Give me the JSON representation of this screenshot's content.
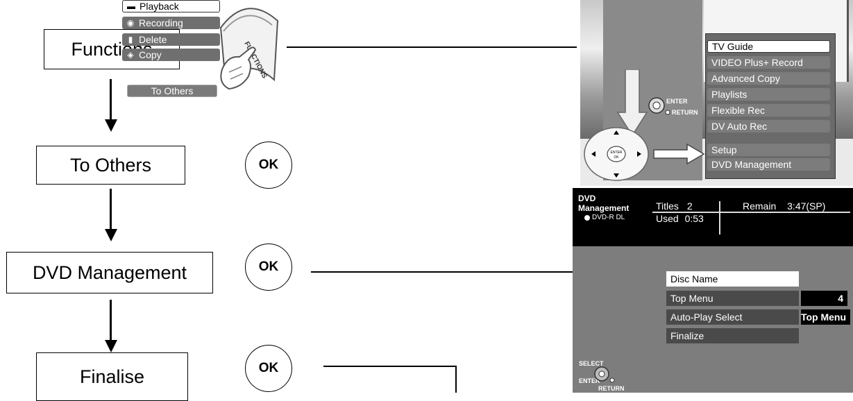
{
  "flow": {
    "steps": [
      "Functions",
      "To Others",
      "DVD Management",
      "Finalise"
    ],
    "ok_label": "OK",
    "remote_button_label": "FUNCTIONS"
  },
  "functions_screen": {
    "menu": [
      {
        "label": "Playback",
        "icon": "playback-icon",
        "selected": true
      },
      {
        "label": "Recording",
        "icon": "recording-icon",
        "selected": false
      },
      {
        "label": "Delete",
        "icon": "delete-icon",
        "selected": false
      },
      {
        "label": "Copy",
        "icon": "copy-icon",
        "selected": false
      },
      {
        "label": "To Others",
        "icon": "",
        "selected": false
      }
    ],
    "submenu": [
      {
        "label": "TV Guide",
        "selected": true
      },
      {
        "label": "VIDEO Plus+ Record",
        "selected": false
      },
      {
        "label": "Advanced Copy",
        "selected": false
      },
      {
        "label": "Playlists",
        "selected": false
      },
      {
        "label": "Flexible Rec",
        "selected": false
      },
      {
        "label": "DV Auto Rec",
        "selected": false
      },
      {
        "label": "Setup",
        "selected": false
      },
      {
        "label": "DVD Management",
        "selected": false
      }
    ],
    "enter_label": "ENTER",
    "return_label": "RETURN",
    "dpad_center_top": "ENTER",
    "dpad_center_bottom": "OK"
  },
  "dvd_screen": {
    "title_line1": "DVD",
    "title_line2": "Management",
    "disc_type": "DVD-R DL",
    "titles_label": "Titles",
    "titles_value": "2",
    "used_label": "Used",
    "used_value": "0:53",
    "remain_label": "Remain",
    "remain_value": "3:47(SP)",
    "rows": [
      {
        "label": "Disc Name",
        "value": "",
        "selected": true
      },
      {
        "label": "Top Menu",
        "value": "4",
        "selected": false
      },
      {
        "label": "Auto-Play Select",
        "value": "Top Menu",
        "selected": false
      },
      {
        "label": "Finalize",
        "value": "",
        "selected": false
      }
    ],
    "select_label": "SELECT",
    "enter_label": "ENTER",
    "return_label": "RETURN"
  }
}
